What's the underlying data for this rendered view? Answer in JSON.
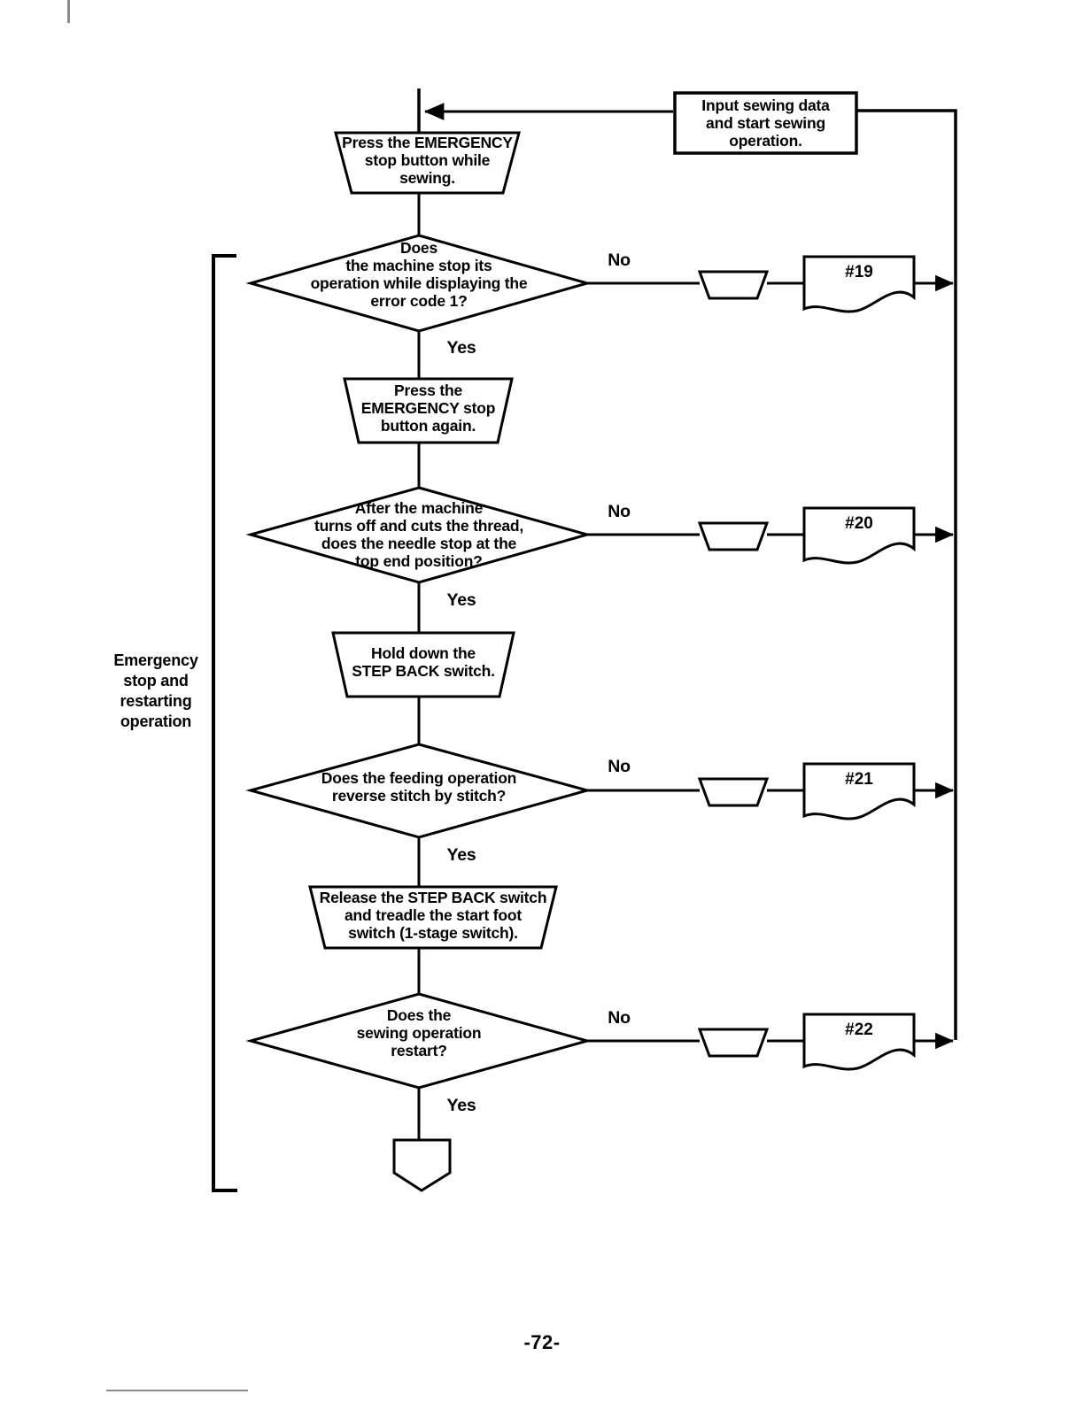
{
  "document": {
    "page_number": "-72-",
    "type": "flowchart",
    "title": "Emergency stop and restarting operation flowchart"
  },
  "group_label": {
    "text": "Emergency\nstop and\nrestarting\noperation"
  },
  "start": {
    "label": "Input sewing data\nand start sewing\noperation.",
    "shape": "rectangle"
  },
  "steps": [
    {
      "id": "step-1",
      "shape": "trapezoid-inverted",
      "label": "Press the EMERGENCY\nstop button while\nsewing."
    },
    {
      "id": "step-2",
      "shape": "trapezoid-inverted",
      "label": "Press the\nEMERGENCY stop\nbutton again."
    },
    {
      "id": "step-3",
      "shape": "trapezoid-inverted",
      "label": "Hold down the\nSTEP BACK switch."
    },
    {
      "id": "step-4",
      "shape": "trapezoid-inverted",
      "label": "Release the STEP BACK switch\nand treadle the start foot\nswitch (1-stage switch)."
    }
  ],
  "decisions": [
    {
      "id": "decision-1",
      "shape": "diamond",
      "label": "Does\nthe machine stop its\noperation while displaying the\nerror code 1?",
      "no_label": "No",
      "yes_label": "Yes",
      "reference": "#19"
    },
    {
      "id": "decision-2",
      "shape": "diamond",
      "label": "After the machine\nturns off and cuts the thread,\ndoes the needle stop at the\ntop end position?",
      "no_label": "No",
      "yes_label": "Yes",
      "reference": "#20"
    },
    {
      "id": "decision-3",
      "shape": "diamond",
      "label": "Does the feeding operation\nreverse stitch by stitch?",
      "no_label": "No",
      "yes_label": "Yes",
      "reference": "#21"
    },
    {
      "id": "decision-4",
      "shape": "diamond",
      "label": "Does the\nsewing operation\nrestart?",
      "no_label": "No",
      "yes_label": "Yes",
      "reference": "#22"
    }
  ],
  "terminator": {
    "shape": "pentagon-down",
    "label": ""
  },
  "colors": {
    "stroke": "#000000",
    "fill": "#ffffff",
    "background": "#ffffff",
    "page_edge": "#8a8a8a"
  }
}
